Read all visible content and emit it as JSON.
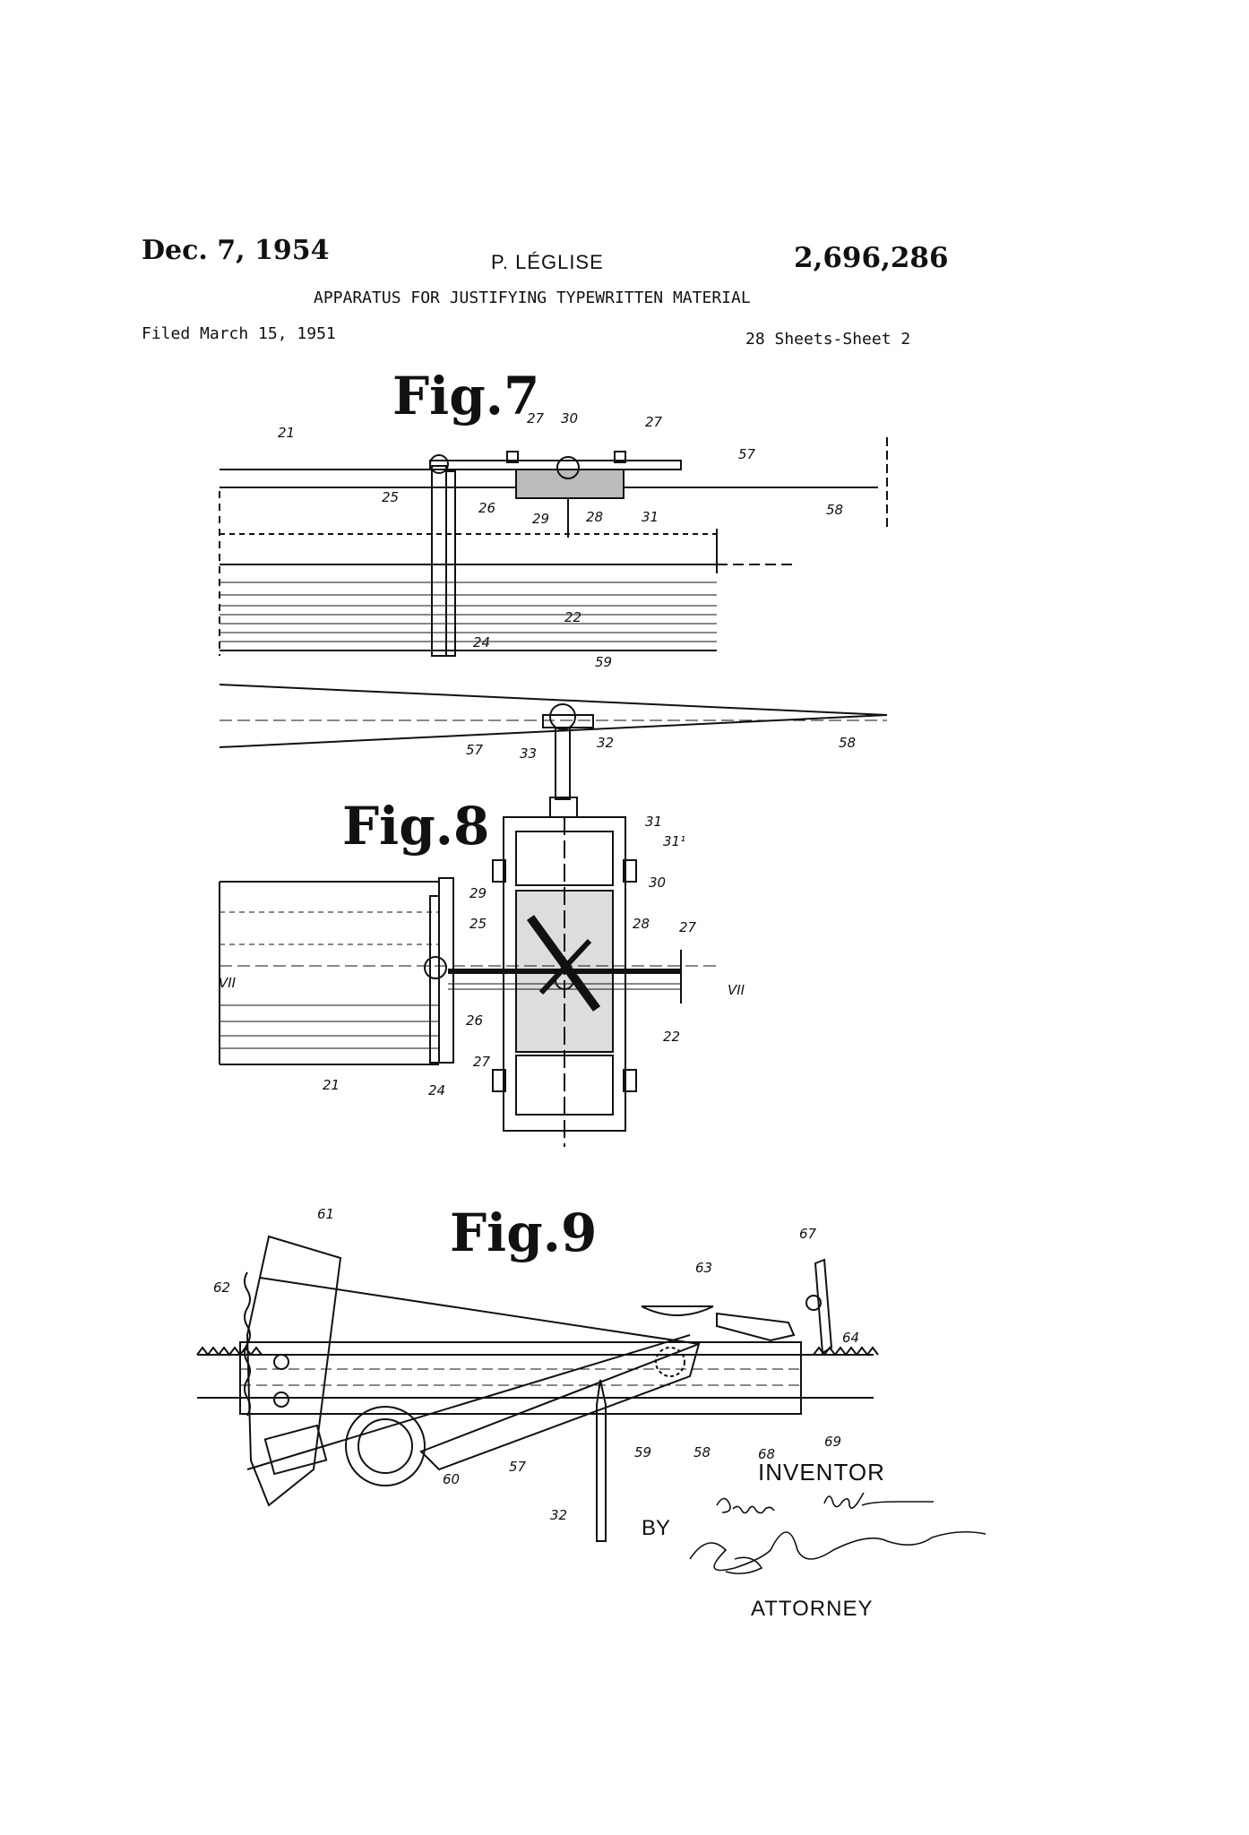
{
  "header": {
    "date": "Dec. 7, 1954",
    "inventor": "P. LÉGLISE",
    "patent_number": "2,696,286",
    "title": "APPARATUS FOR JUSTIFYING TYPEWRITTEN MATERIAL",
    "filed": "Filed March 15, 1951",
    "sheets": "28 Sheets-Sheet 2"
  },
  "figures": {
    "fig7": "Fig.7",
    "fig8": "Fig.8",
    "fig9": "Fig.9"
  },
  "refs": {
    "r21": "21",
    "r27": "27",
    "r30": "30",
    "r57": "57",
    "r25": "25",
    "r26": "26",
    "r29": "29",
    "r28": "28",
    "r31": "31",
    "r58": "58",
    "r22": "22",
    "r24": "24",
    "r59": "59",
    "r33": "33",
    "r32": "32",
    "r311": "31¹",
    "rVII": "VII",
    "r61": "61",
    "r62": "62",
    "r63": "63",
    "r67": "67",
    "r64": "64",
    "r60": "60",
    "r68": "68",
    "r69": "69"
  },
  "signature_block": {
    "inventor_label": "INVENTOR",
    "inventor_signature": "Pierre Léglise",
    "by_label": "BY",
    "attorney_signature": "Sto Bierman",
    "attorney_label": "ATTORNEY"
  }
}
